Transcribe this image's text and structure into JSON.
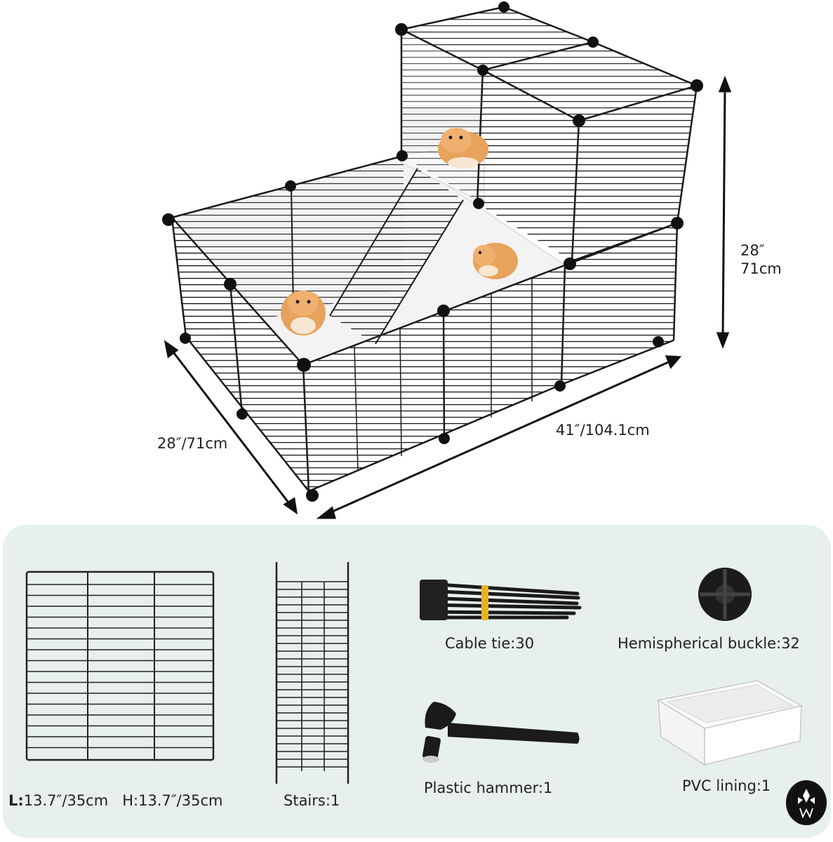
{
  "dimensions": {
    "height_in": "28″",
    "height_cm": "71cm",
    "depth": "28″/71cm",
    "width": "41″/104.1cm"
  },
  "parts": {
    "panel": {
      "length_prefix": "L:",
      "length": "13.7″/35cm",
      "height": "H:13.7″/35cm"
    },
    "stairs": "Stairs:1",
    "cable_tie": "Cable tie:30",
    "buckle": "Hemispherical buckle:32",
    "hammer": "Plastic hammer:1",
    "lining": "PVC lining:1"
  },
  "colors": {
    "panel_bg": "#e7efef",
    "wire": "#1a1a1a",
    "hamster": "#e7a25c",
    "tie_band": "#e8b21c"
  }
}
